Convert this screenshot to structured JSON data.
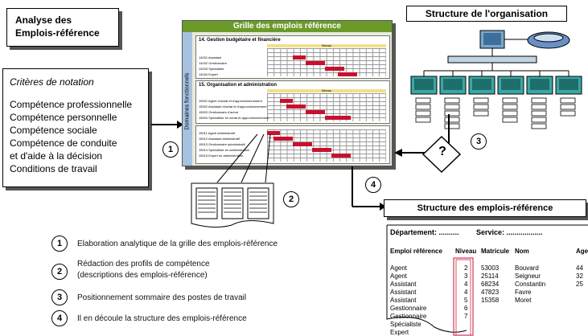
{
  "analysis": {
    "line1": "Analyse des",
    "line2": "Emplois-référence"
  },
  "criteria": {
    "heading": "Critères de notation",
    "items": [
      "Compétence professionnelle",
      "Compétence personnelle",
      "Compétence sociale",
      "Compétence de conduite",
      "et d'aide à la décision",
      "Conditions de travail"
    ]
  },
  "grid": {
    "title": "Grille des emplois référence",
    "side_label": "Domaines fonctionnels",
    "niveau": "Niveau",
    "section1": {
      "title": "14. Gestion budgétaire et financière",
      "rows": [
        "14031 Assistant",
        "14032 Gestionnaire",
        "14033 Spécialiste",
        "14034 Expert"
      ]
    },
    "section2": {
      "title": "15. Organisation et administration",
      "rows": [
        "15001 Agent d'achat et d'approvisionnement",
        "15002 Assistant d'achat et d'approvisionnement",
        "15003 Gestionnaire d'achat",
        "15004 Spécialiste en achat et approvisionnement"
      ]
    },
    "section3": {
      "rows": [
        "15011 Agent administratif",
        "15012 Assistant administratif",
        "15013 Gestionnaire administratif",
        "15014 Spécialiste en administration",
        "15015 Expert en administration"
      ]
    }
  },
  "org": {
    "title": "Structure de l'organisation"
  },
  "question": "?",
  "structure": {
    "title": "Structure des emplois-référence",
    "department": "Département: ..........",
    "service": "Service: ..................",
    "headers": {
      "emploi": "Emploi référence",
      "niveau": "Niveau",
      "matricule": "Matricule",
      "nom": "Nom",
      "age": "Age"
    },
    "rows": [
      {
        "emploi": "Agent",
        "niveau": "2",
        "matricule": "53003",
        "nom": "Bouvard",
        "age": "44"
      },
      {
        "emploi": "Agent",
        "niveau": "3",
        "matricule": "25114",
        "nom": "Seigneur",
        "age": "32"
      },
      {
        "emploi": "Assistant",
        "niveau": "4",
        "matricule": "68234",
        "nom": "Constantin",
        "age": "25"
      },
      {
        "emploi": "Assistant",
        "niveau": "4",
        "matricule": "47823",
        "nom": "Favre",
        "age": ""
      },
      {
        "emploi": "Assistant",
        "niveau": "5",
        "matricule": "15358",
        "nom": "Moret",
        "age": ""
      },
      {
        "emploi": "Gestionnaire",
        "niveau": "6",
        "matricule": "",
        "nom": "",
        "age": ""
      },
      {
        "emploi": "Gestionnaire",
        "niveau": "7",
        "matricule": "",
        "nom": "",
        "age": ""
      },
      {
        "emploi": "Spécialiste",
        "niveau": "",
        "matricule": "",
        "nom": "",
        "age": ""
      },
      {
        "emploi": "Expert",
        "niveau": "",
        "matricule": "",
        "nom": "",
        "age": ""
      }
    ]
  },
  "steps": [
    {
      "num": "1",
      "text": "Elaboration analytique de la grille des emplois-référence"
    },
    {
      "num": "2",
      "text": "Rédaction des profils de compétence",
      "text2": "(descriptions des emplois-référence)"
    },
    {
      "num": "3",
      "text": "Positionnement sommaire des postes de travail"
    },
    {
      "num": "4",
      "text": "Il en découle la structure des emplois-référence"
    }
  ],
  "callouts": {
    "c1": "1",
    "c2": "2",
    "c3": "3",
    "c4": "4"
  }
}
